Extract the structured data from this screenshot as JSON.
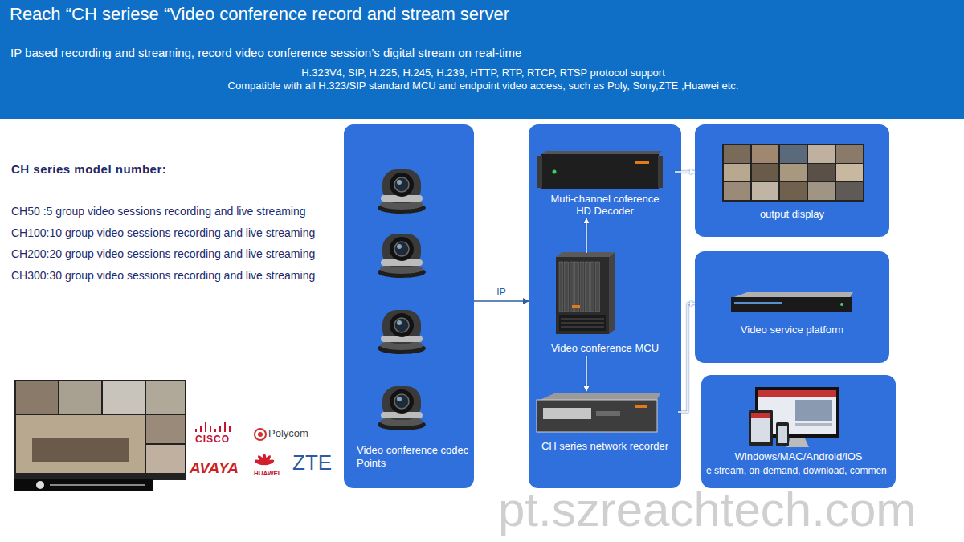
{
  "diagram": {
    "title": "Reach “CH seriese “Video conference record and stream server",
    "nodes": [
      {
        "text": [
          "IP based recording and streaming, record video conference session’s digital stream on real-time",
          "H.323V4, SIP, H.225, H.245, H.239, HTTP, RTP, RTCP, RTSP protocol support",
          "Compatible with all H.323/SIP standard MCU and endpoint video access, such as Poly, Sony,ZTE ,Huawei etc."
        ]
      },
      {
        "text": [
          "Video conference codec Points"
        ]
      },
      {
        "text": []
      },
      {
        "text": [
          "Muti-channel coference HD Decoder"
        ],
        "in": 2
      },
      {
        "text": [
          "Video conference MCU"
        ],
        "in": 2
      },
      {
        "text": [
          "CH series network recorder"
        ],
        "in": 2
      },
      {
        "text": [
          "output display"
        ]
      },
      {
        "text": [
          "Video service platform"
        ]
      },
      {
        "text": [
          "Windows/MAC/Android/iOS",
          "e stream, on-demand, download, commen"
        ]
      }
    ],
    "edges": [
      {
        "from": 1,
        "to": 2,
        "arrow": "to",
        "label": "IP"
      },
      {
        "from": 4,
        "to": 3,
        "arrow": "to"
      },
      {
        "from": 3,
        "to": 6,
        "arrow": "to"
      },
      {
        "from": 4,
        "to": 5,
        "arrow": "to"
      },
      {
        "from": 5,
        "to": 7,
        "arrow": "to"
      }
    ],
    "labels": [
      "CH series model number:",
      "CH50 :5 group video sessions recording and live streaming",
      "CH100:10 group video sessions recording and live streaming",
      "CH200:20 group video sessions recording and live streaming",
      "CH300:30 group video sessions recording and live streaming",
      "CISCO",
      "Polycom",
      "AVAYA",
      "HUAWEI",
      "ZTE",
      "pt.szreachtech.com"
    ]
  }
}
